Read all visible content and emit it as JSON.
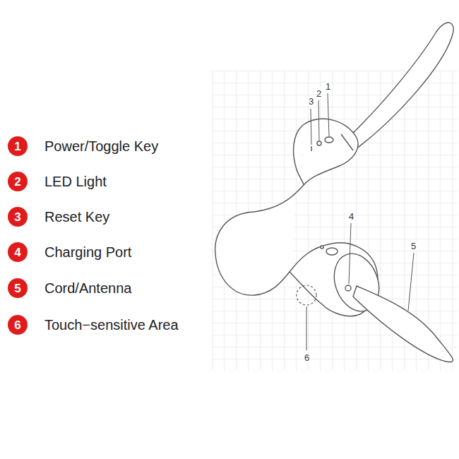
{
  "diagram": {
    "nodes": [
      {
        "text": [
          "1"
        ]
      },
      {
        "text": [
          "2"
        ]
      },
      {
        "text": [
          "3"
        ]
      },
      {
        "text": [
          "4"
        ]
      },
      {
        "text": [
          "5"
        ]
      },
      {
        "text": [
          "6"
        ]
      }
    ],
    "labels": [
      "Power/Toggle Key",
      "LED Light",
      "Reset Key",
      "Charging Port",
      "Cord/Antenna",
      "Touch−sensitive Area",
      "3",
      "2",
      "1",
      "4",
      "5",
      "6"
    ]
  }
}
